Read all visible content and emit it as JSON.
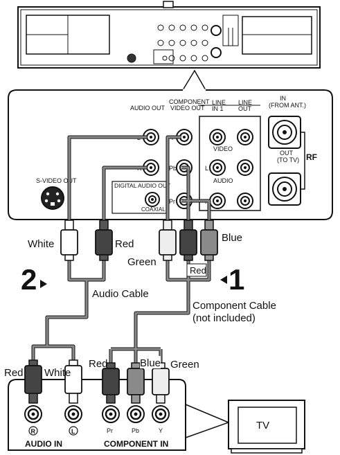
{
  "panel": {
    "audio_out": "AUDIO OUT",
    "component_video_out": [
      "COMPONENT",
      "VIDEO OUT"
    ],
    "line_in": [
      "LINE",
      "IN 1"
    ],
    "line_out": [
      "LINE",
      "OUT"
    ],
    "in_from_ant": [
      "IN",
      "(FROM ANT.)"
    ],
    "out_to_tv": [
      "OUT",
      "(TO TV)"
    ],
    "rf": "RF",
    "video": "VIDEO",
    "audio": "AUDIO",
    "digital_audio_out": "DIGITAL AUDIO OUT",
    "coaxial": "COAXIAL",
    "svideo_out": "S-VIDEO OUT",
    "jack_l": "L",
    "jack_r": "R",
    "jack_y": "Y",
    "jack_pb": "Pb",
    "jack_pr": "Pr",
    "line_l": "L",
    "line_r": "R"
  },
  "cables": {
    "white": "White",
    "red": "Red",
    "blue": "Blue",
    "green": "Green",
    "red_mid": "Red",
    "audio_cable": "Audio Cable",
    "component_cable": [
      "Component Cable",
      "(not included)"
    ],
    "step_2": "2",
    "step_1": "1"
  },
  "tv_panel": {
    "red": "Red",
    "white": "White",
    "red2": "Red",
    "blue": "Blue",
    "green": "Green",
    "r_symbol": "R",
    "l_symbol": "L",
    "pr": "Pr",
    "pb": "Pb",
    "y": "Y",
    "audio_in": "AUDIO IN",
    "component_in": "COMPONENT IN",
    "tv": "TV"
  },
  "colors": {
    "line": "#111111",
    "cable_grey": "#8a8a8a",
    "plug_dark": "#444444",
    "plug_light": "#eeeeee",
    "panel_fill": "#f4f4f4"
  }
}
